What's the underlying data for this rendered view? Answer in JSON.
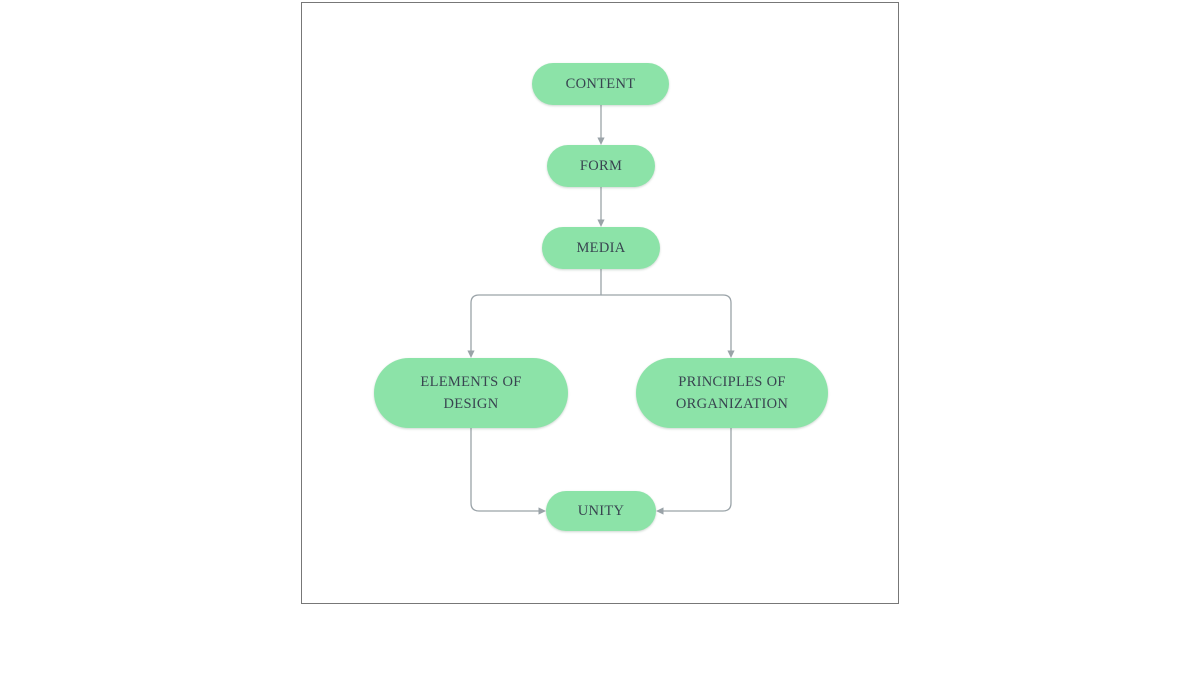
{
  "page": {
    "background_color": "#ffffff",
    "frame_border_color": "#777777"
  },
  "diagram": {
    "type": "flowchart",
    "orientation": "top-down",
    "node_fill_color": "#8ce3a8",
    "node_text_color": "#384450",
    "connector_color": "#9aa3a8",
    "nodes": [
      {
        "id": "content",
        "label": "CONTENT"
      },
      {
        "id": "form",
        "label": "FORM"
      },
      {
        "id": "media",
        "label": "MEDIA"
      },
      {
        "id": "elements",
        "label": "ELEMENTS OF\nDESIGN"
      },
      {
        "id": "principles",
        "label": "PRINCIPLES OF\nORGANIZATION"
      },
      {
        "id": "unity",
        "label": "UNITY"
      }
    ],
    "edges": [
      {
        "from": "content",
        "to": "form",
        "arrow": "down"
      },
      {
        "from": "form",
        "to": "media",
        "arrow": "down"
      },
      {
        "from": "media",
        "to": "elements",
        "arrow": "down"
      },
      {
        "from": "media",
        "to": "principles",
        "arrow": "down"
      },
      {
        "from": "elements",
        "to": "unity",
        "arrow": "right"
      },
      {
        "from": "principles",
        "to": "unity",
        "arrow": "left"
      }
    ]
  }
}
